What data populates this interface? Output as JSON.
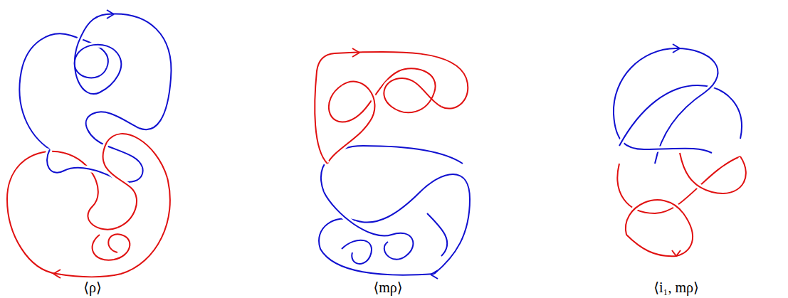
{
  "diagram": {
    "labels": [
      "⟨ρ⟩",
      "⟨mρ⟩",
      "⟨i₁, mρ⟩"
    ]
  }
}
